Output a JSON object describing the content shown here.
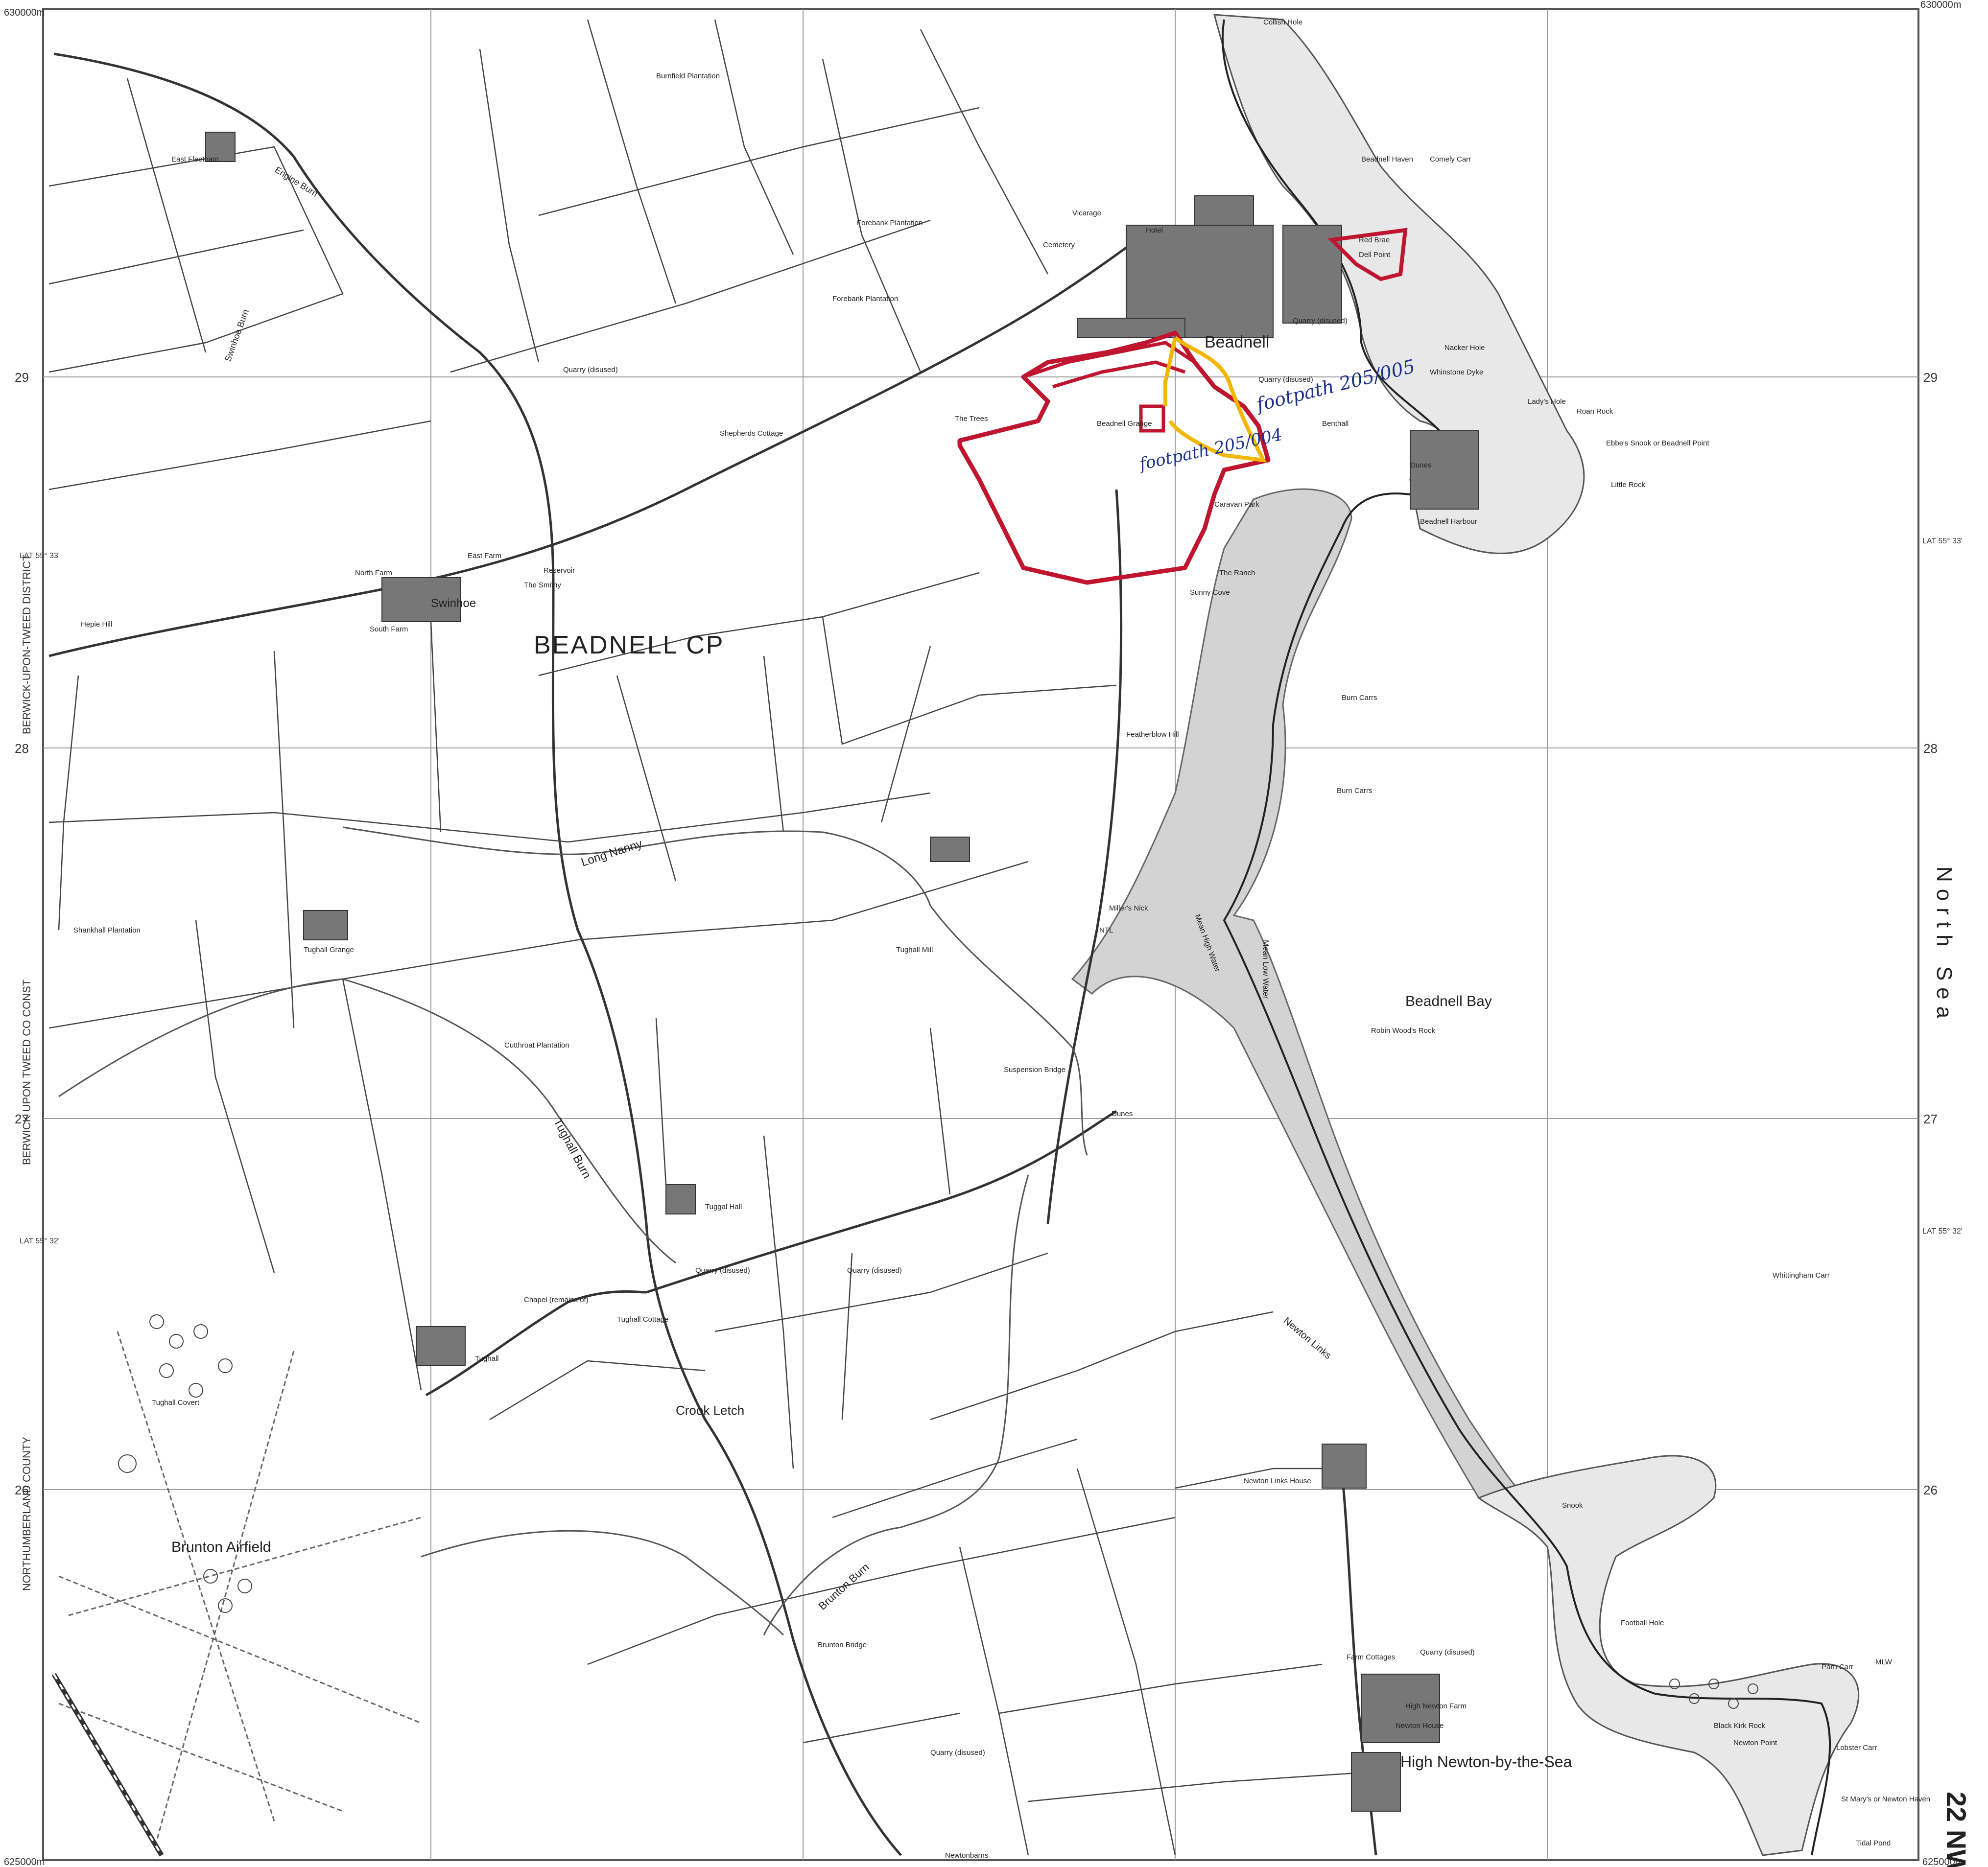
{
  "map": {
    "sheet": "22 NW",
    "parish": "BEADNELL CP",
    "sea": "North Sea",
    "bay": "Beadnell Bay",
    "corner_top_right": "630000m",
    "corner_top_left": "630000m",
    "corner_bottom_left": "625000m",
    "corner_bottom_right": "625000m",
    "grid_labels": [
      "29",
      "28",
      "27",
      "26"
    ],
    "lat_upper": "LAT 55° 33'",
    "lat_lower": "LAT 55° 32'",
    "side_labels": [
      "BERWICK-UPON-TWEED DISTRICT",
      "BERWICK UPON TWEED CO CONST",
      "NORTHUMBERLAND COUNTY"
    ],
    "places": {
      "beadnell": "Beadnell",
      "swinhoe": "Swinhoe",
      "crook_letch": "Crook Letch",
      "brunton_airfield": "Brunton Airfield",
      "high_newton": "High Newton-by-the-Sea",
      "east_fleetham": "East Fleetham",
      "north_farm": "North Farm",
      "east_farm": "East Farm",
      "south_farm": "South Farm",
      "hepie_hill": "Hepie Hill",
      "the_smithy": "The Smithy",
      "reservoir": "Reservoir",
      "shepherds_cottage": "Shepherds Cottage",
      "the_trees": "The Trees",
      "forebank_plantation": "Forebank Plantation",
      "burnfield_plantation": "Burnfield Plantation",
      "cemetery": "Cemetery",
      "vicarage": "Vicarage",
      "hotel": "Hotel",
      "beadnell_grange": "Beadnell Grange",
      "caravan_park": "Caravan Park",
      "the_ranch": "The Ranch",
      "sunny_cove": "Sunny Cove",
      "featherblow_hill": "Featherblow Hill",
      "tughall_grange": "Tughall Grange",
      "shankhall_plantation": "Shankhall Plantation",
      "tughall_mill": "Tughall Mill",
      "cutthroat_plantation": "Cutthroat Plantation",
      "tuggal_hall": "Tuggal Hall",
      "tughall_cottage": "Tughall Cottage",
      "tughall": "Tughall",
      "tughall_covert": "Tughall Covert",
      "brunton_bridge": "Brunton Bridge",
      "newtonbarns": "Newtonbarns",
      "newton_links_house": "Newton Links House",
      "farm_cottages": "Farm Cottages",
      "high_newton_farm": "High Newton Farm",
      "newton_house": "Newton House",
      "collish_hole": "Collish Hole",
      "beadnell_haven": "Beadnell Haven",
      "comely_carr": "Comely Carr",
      "red_brae": "Red Brae",
      "dell_point": "Dell Point",
      "nacker_hole": "Nacker Hole",
      "whinstone_dyke": "Whinstone Dyke",
      "ladys_hole": "Lady's Hole",
      "roan_rock": "Roan Rock",
      "ebbes_snook": "Ebbe's Snook or Beadnell Point",
      "little_rock": "Little Rock",
      "beadnell_harbour": "Beadnell Harbour",
      "benthall": "Benthall",
      "dunes": "Dunes",
      "burn_carrs": "Burn Carrs",
      "robin_woods_rock": "Robin Wood's Rock",
      "whittingham_carr": "Whittingham Carr",
      "snook": "Snook",
      "football_hole": "Football Hole",
      "parn_carr": "Parn Carr",
      "black_kirk_rock": "Black Kirk Rock",
      "newton_point": "Newton Point",
      "lobster_carr": "Lobster Carr",
      "st_marys": "St Mary's or Newton Haven",
      "tidal_pond": "Tidal Pond",
      "newton_links": "Newton Links",
      "long_nanny": "Long Nanny",
      "tughall_burn": "Tughall Burn",
      "brunton_burn": "Brunton Burn",
      "swinhoe_burn": "Swinhoe Burn",
      "engine_burn": "Engine Burn",
      "suspension_bridge": "Suspension Bridge",
      "mean_low_water": "Mean Low Water",
      "mean_high_water": "Mean High Water",
      "millers_nick": "Miller's Nick",
      "quarry_disused": "Quarry (disused)",
      "chapel": "Chapel (remains of)",
      "mlw": "MLW",
      "ntl": "NTL"
    },
    "annotations": {
      "footpath_1": "footpath 205/005",
      "footpath_2": "footpath 205/004"
    },
    "colors": {
      "boundary_red": "#c0152f",
      "footpath_yellow": "#f2b705",
      "sea_shade": "#d3d3d3",
      "ink": "#333333",
      "annotation_blue": "#1b2f8f"
    }
  }
}
